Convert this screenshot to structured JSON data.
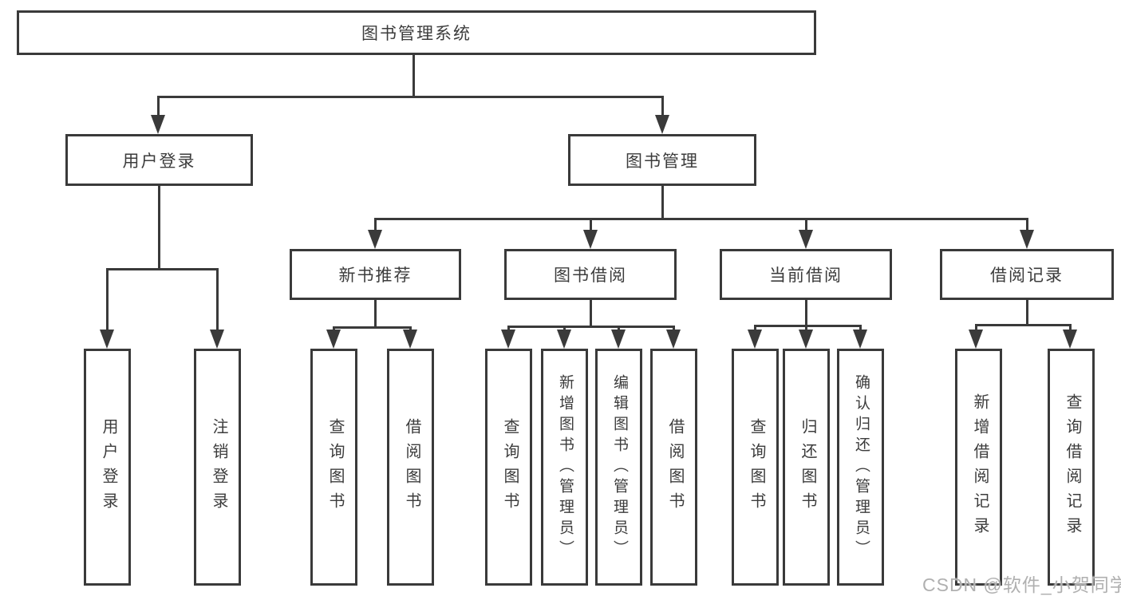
{
  "colors": {
    "line": "#3a3a3a",
    "text": "#3c3c3c",
    "box_fill": "#ffffff",
    "watermark": "#b0b0b0"
  },
  "tree": {
    "root": {
      "label": "图书管理系统"
    },
    "level2": [
      {
        "label": "用户登录"
      },
      {
        "label": "图书管理"
      }
    ],
    "level3": [
      {
        "label": "新书推荐",
        "parent": "图书管理"
      },
      {
        "label": "图书借阅",
        "parent": "图书管理"
      },
      {
        "label": "当前借阅",
        "parent": "图书管理"
      },
      {
        "label": "借阅记录",
        "parent": "图书管理"
      }
    ],
    "leaves": [
      {
        "label": "用户登录",
        "parent": "用户登录"
      },
      {
        "label": "注销登录",
        "parent": "用户登录"
      },
      {
        "label": "查询图书",
        "parent": "新书推荐"
      },
      {
        "label": "借阅图书",
        "parent": "新书推荐"
      },
      {
        "label": "查询图书",
        "parent": "图书借阅"
      },
      {
        "label": "新增图书（管理员）",
        "parent": "图书借阅"
      },
      {
        "label": "编辑图书（管理员）",
        "parent": "图书借阅"
      },
      {
        "label": "借阅图书",
        "parent": "图书借阅"
      },
      {
        "label": "查询图书",
        "parent": "当前借阅"
      },
      {
        "label": "归还图书",
        "parent": "当前借阅"
      },
      {
        "label": "确认归还（管理员）",
        "parent": "当前借阅"
      },
      {
        "label": "新增借阅记录",
        "parent": "借阅记录"
      },
      {
        "label": "查询借阅记录",
        "parent": "借阅记录"
      }
    ]
  },
  "watermark": "CSDN @软件_小贺同学"
}
